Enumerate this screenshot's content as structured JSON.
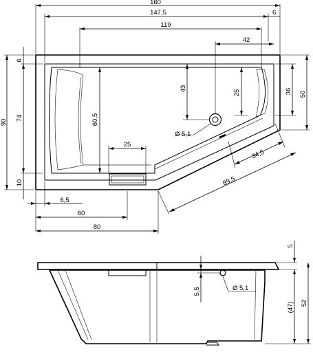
{
  "plan_view": {
    "total_width": "160",
    "inner_width": "147,5",
    "rim_right": "6",
    "basin_length": "119",
    "drain_offset_top": "42",
    "total_depth": "90",
    "rim_top": "6",
    "inner_depth": "74",
    "rim_bottom": "10",
    "drain_from_rim": "43",
    "drain_from_edge": "25",
    "basin_depth": "60,5",
    "step_width": "25",
    "right_inner_depth": "36",
    "right_depth": "50",
    "drain_diameter": "Ø 5,1",
    "angled_inner": "34,5",
    "angled_outer": "89,5",
    "left_rim": "6,5",
    "left_60": "60",
    "left_80": "80"
  },
  "side_view": {
    "top_rim": "5",
    "total_height": "52",
    "basin_height": "(47)",
    "overflow_offset": "5,5",
    "overflow_diameter": "Ø 5,1"
  }
}
